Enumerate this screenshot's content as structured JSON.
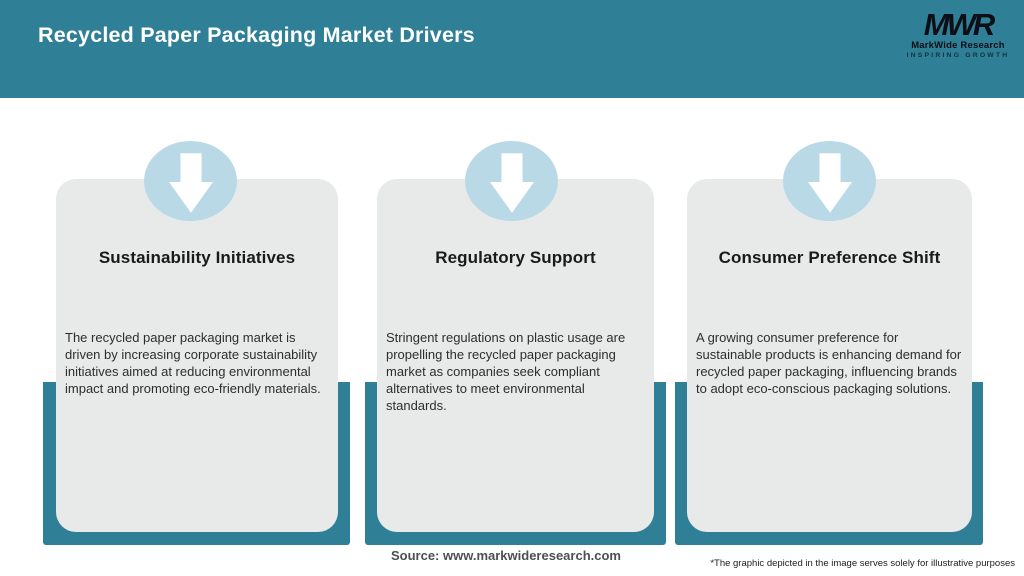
{
  "header": {
    "title": "Recycled Paper Packaging Market Drivers",
    "logo": {
      "acronym": "MWR",
      "name": "MarkWide Research",
      "tagline": "INSPIRING GROWTH"
    }
  },
  "cards": [
    {
      "icon": "down-arrow-icon",
      "title": "Sustainability Initiatives",
      "description": "The recycled paper packaging market is driven by increasing corporate sustainability initiatives aimed at reducing environmental impact and promoting eco-friendly materials."
    },
    {
      "icon": "down-arrow-icon",
      "title": "Regulatory Support",
      "description": "Stringent regulations on plastic usage are propelling the recycled paper packaging market as companies seek compliant alternatives to meet environmental standards."
    },
    {
      "icon": "down-arrow-icon",
      "title": "Consumer Preference Shift",
      "description": "A growing consumer preference for sustainable products is enhancing demand for recycled paper packaging, influencing brands to adopt eco-conscious packaging solutions."
    }
  ],
  "footer": {
    "source": "Source: www.markwideresearch.com",
    "disclaimer": "*The graphic depicted in the image serves solely for illustrative purposes"
  },
  "colors": {
    "teal": "#2F7F96",
    "teal_backing": "#2F7F96",
    "card_gray": "#E8EAEA",
    "circle_blue": "#B9D9E6",
    "title_white": "#FFFFFF",
    "heading_dark": "#1A1A1A",
    "body_text": "#2D2D2D",
    "source_text": "#4F4F4F",
    "disclaimer_text": "#1C1C1C",
    "logo_dark": "#0E0E16",
    "arrow_white": "#FFFFFF"
  }
}
